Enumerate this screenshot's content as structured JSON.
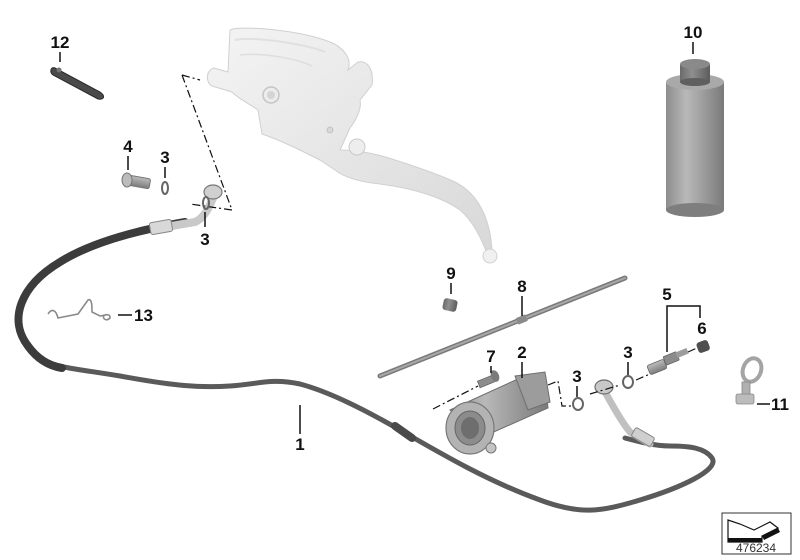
{
  "diagram": {
    "title": "Clutch control hydraulic parts diagram",
    "image_number": "476234",
    "callouts": {
      "c1": "1",
      "c2": "2",
      "c3a": "3",
      "c3b": "3",
      "c3c": "3",
      "c3d": "3",
      "c4": "4",
      "c5": "5",
      "c6": "6",
      "c7": "7",
      "c8": "8",
      "c9": "9",
      "c10": "10",
      "c11": "11",
      "c12": "12",
      "c13": "13"
    },
    "colors": {
      "hose": "#5a5a5a",
      "hose_dark": "#3c3c3c",
      "metal": "#9a9a9a",
      "silver": "#e6e6e6",
      "label": "#111111"
    }
  }
}
